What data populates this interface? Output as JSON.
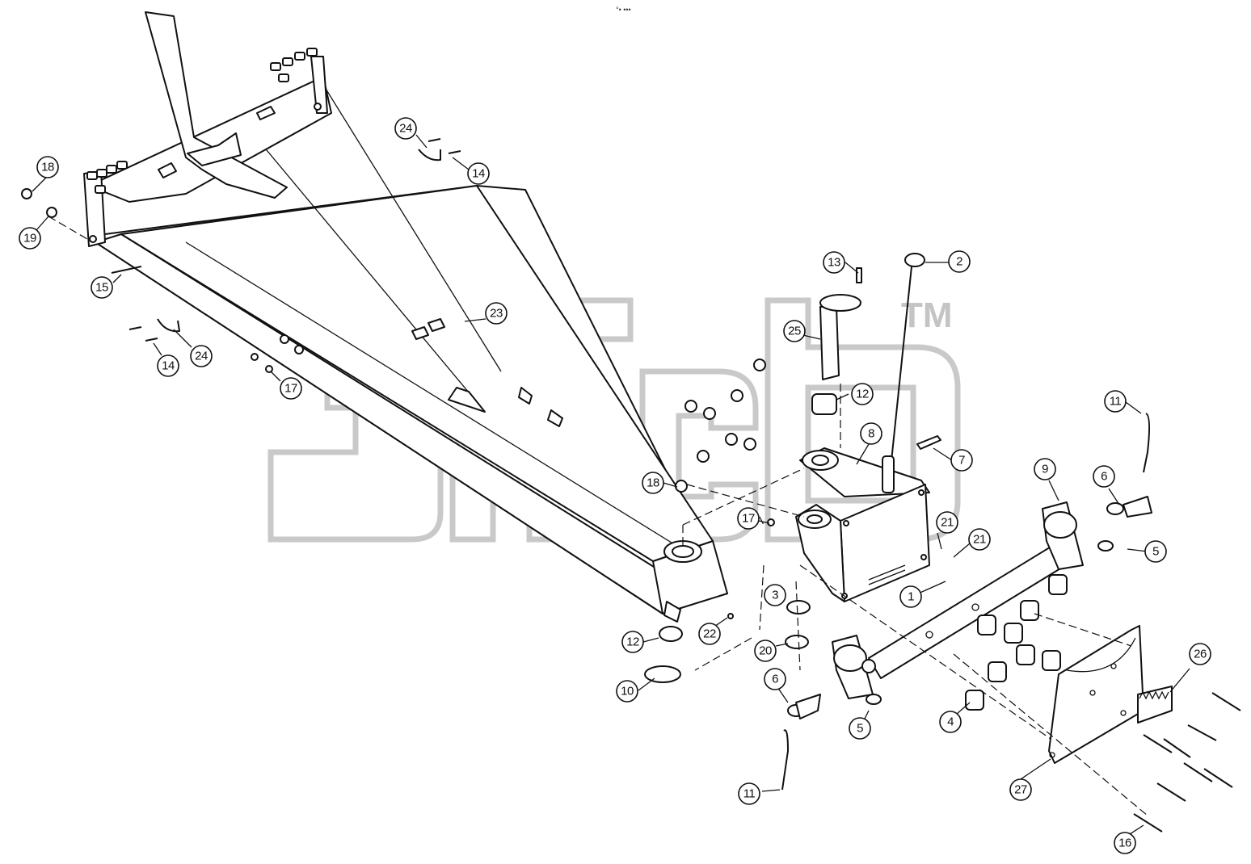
{
  "header_mark": "°• •••",
  "watermark": {
    "text": "3ifcb",
    "trademark": "TM"
  },
  "callouts": [
    {
      "num": "1"
    },
    {
      "num": "2"
    },
    {
      "num": "3"
    },
    {
      "num": "4"
    },
    {
      "num": "5"
    },
    {
      "num": "5"
    },
    {
      "num": "6"
    },
    {
      "num": "6"
    },
    {
      "num": "7"
    },
    {
      "num": "8"
    },
    {
      "num": "9"
    },
    {
      "num": "10"
    },
    {
      "num": "11"
    },
    {
      "num": "11"
    },
    {
      "num": "12"
    },
    {
      "num": "12"
    },
    {
      "num": "13"
    },
    {
      "num": "14"
    },
    {
      "num": "14"
    },
    {
      "num": "15"
    },
    {
      "num": "16"
    },
    {
      "num": "17"
    },
    {
      "num": "17"
    },
    {
      "num": "18"
    },
    {
      "num": "18"
    },
    {
      "num": "19"
    },
    {
      "num": "20"
    },
    {
      "num": "21"
    },
    {
      "num": "21"
    },
    {
      "num": "22"
    },
    {
      "num": "23"
    },
    {
      "num": "24"
    },
    {
      "num": "24"
    },
    {
      "num": "25"
    },
    {
      "num": "26"
    },
    {
      "num": "27"
    }
  ]
}
